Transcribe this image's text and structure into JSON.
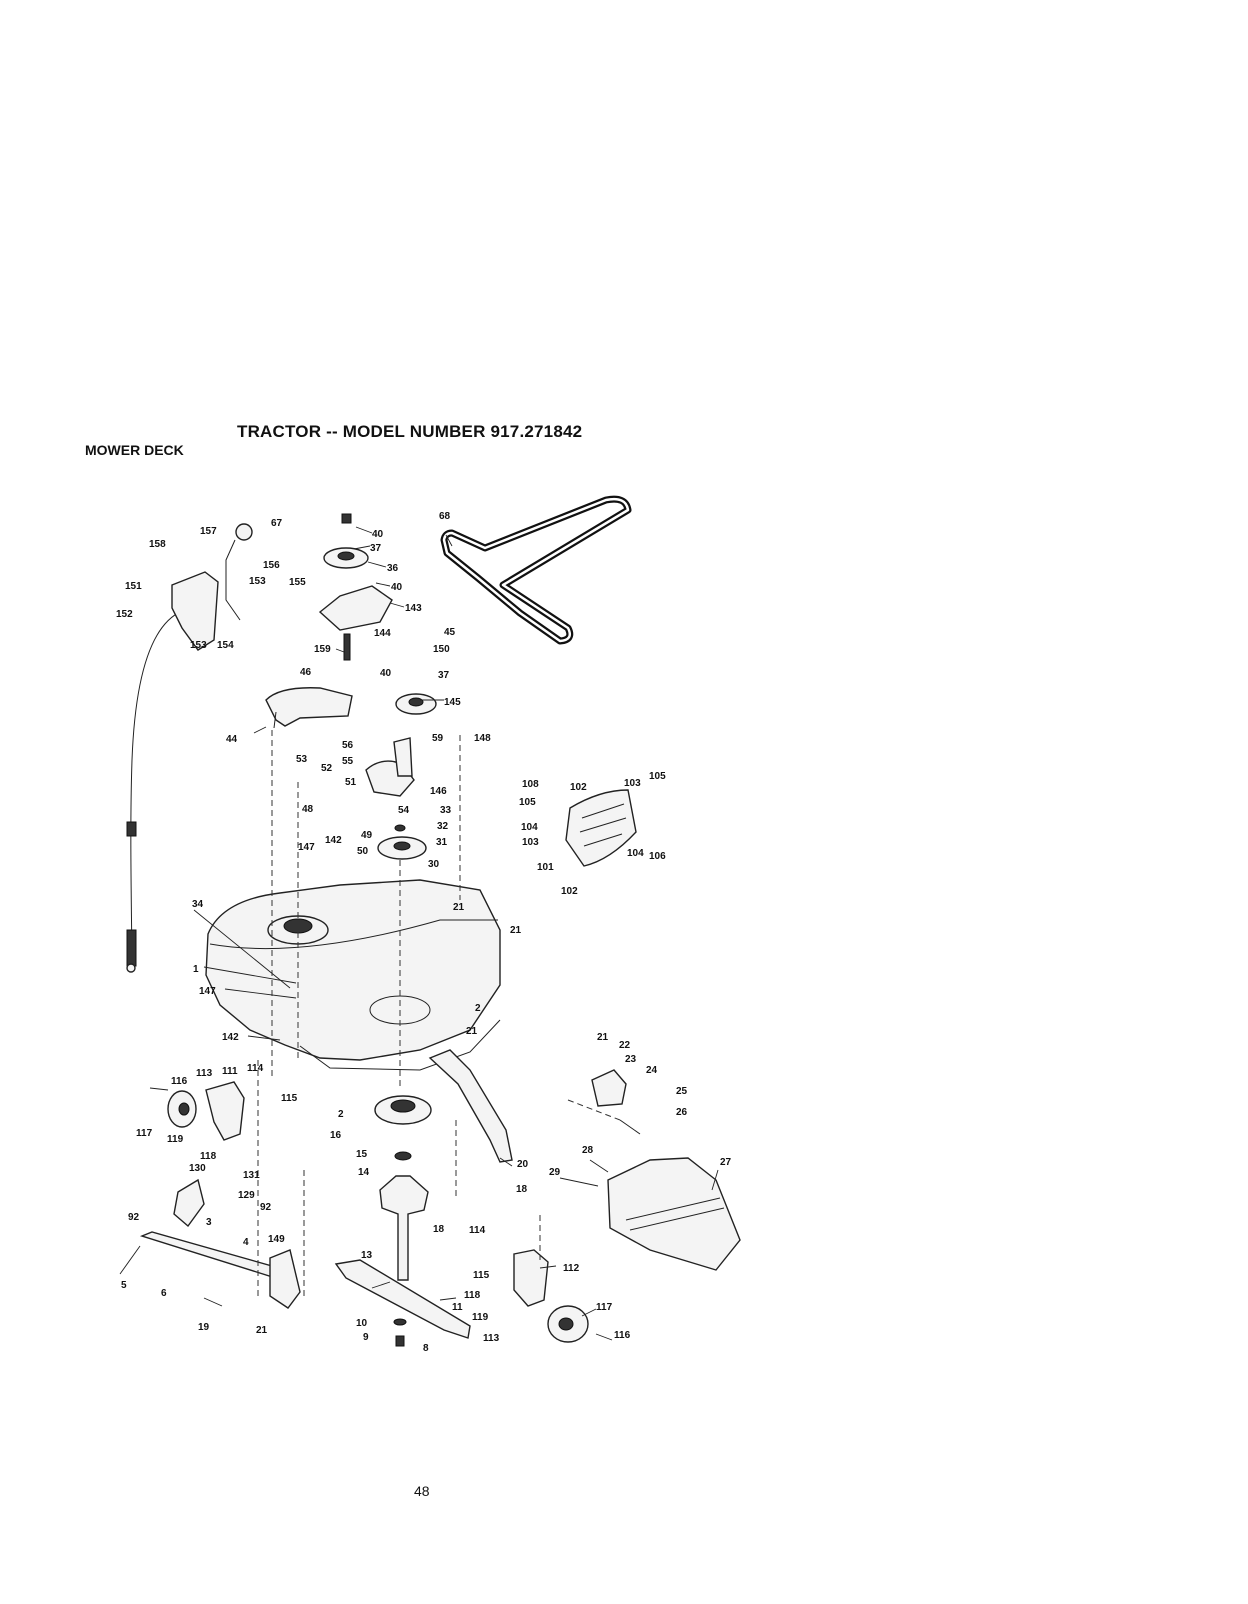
{
  "header": {
    "title": "TRACTOR -- MODEL NUMBER 917.271842",
    "subtitle": "MOWER DECK"
  },
  "footer": {
    "page_number": "48"
  },
  "diagram": {
    "callouts": [
      {
        "id": "c158",
        "text": "158"
      },
      {
        "id": "c157",
        "text": "157"
      },
      {
        "id": "c67",
        "text": "67"
      },
      {
        "id": "c156",
        "text": "156"
      },
      {
        "id": "c151",
        "text": "151"
      },
      {
        "id": "c153a",
        "text": "153"
      },
      {
        "id": "c155",
        "text": "155"
      },
      {
        "id": "c152",
        "text": "152"
      },
      {
        "id": "c153b",
        "text": "153"
      },
      {
        "id": "c154",
        "text": "154"
      },
      {
        "id": "c40a",
        "text": "40"
      },
      {
        "id": "c37a",
        "text": "37"
      },
      {
        "id": "c36",
        "text": "36"
      },
      {
        "id": "c40b",
        "text": "40"
      },
      {
        "id": "c143",
        "text": "143"
      },
      {
        "id": "c144",
        "text": "144"
      },
      {
        "id": "c45",
        "text": "45"
      },
      {
        "id": "c150",
        "text": "150"
      },
      {
        "id": "c159",
        "text": "159"
      },
      {
        "id": "c40c",
        "text": "40"
      },
      {
        "id": "c37b",
        "text": "37"
      },
      {
        "id": "c145",
        "text": "145"
      },
      {
        "id": "c68",
        "text": "68"
      },
      {
        "id": "c46",
        "text": "46"
      },
      {
        "id": "c44",
        "text": "44"
      },
      {
        "id": "c56",
        "text": "56"
      },
      {
        "id": "c59",
        "text": "59"
      },
      {
        "id": "c148",
        "text": "148"
      },
      {
        "id": "c53",
        "text": "53"
      },
      {
        "id": "c52",
        "text": "52"
      },
      {
        "id": "c55",
        "text": "55"
      },
      {
        "id": "c51",
        "text": "51"
      },
      {
        "id": "c146",
        "text": "146"
      },
      {
        "id": "c54",
        "text": "54"
      },
      {
        "id": "c33",
        "text": "33"
      },
      {
        "id": "c48",
        "text": "48"
      },
      {
        "id": "c32",
        "text": "32"
      },
      {
        "id": "c49",
        "text": "49"
      },
      {
        "id": "c142a",
        "text": "142"
      },
      {
        "id": "c31",
        "text": "31"
      },
      {
        "id": "c147a",
        "text": "147"
      },
      {
        "id": "c50",
        "text": "50"
      },
      {
        "id": "c30",
        "text": "30"
      },
      {
        "id": "c108a",
        "text": "108"
      },
      {
        "id": "c102a",
        "text": "102"
      },
      {
        "id": "c103a",
        "text": "103"
      },
      {
        "id": "c105a",
        "text": "105"
      },
      {
        "id": "c105b",
        "text": "105"
      },
      {
        "id": "c104a",
        "text": "104"
      },
      {
        "id": "c103b",
        "text": "103"
      },
      {
        "id": "c104b",
        "text": "104"
      },
      {
        "id": "c106",
        "text": "106"
      },
      {
        "id": "c101",
        "text": "101"
      },
      {
        "id": "c102b",
        "text": "102"
      },
      {
        "id": "c34",
        "text": "34"
      },
      {
        "id": "c21a",
        "text": "21"
      },
      {
        "id": "c21b",
        "text": "21"
      },
      {
        "id": "c1",
        "text": "1"
      },
      {
        "id": "c147b",
        "text": "147"
      },
      {
        "id": "c2a",
        "text": "2"
      },
      {
        "id": "c21c",
        "text": "21"
      },
      {
        "id": "c142b",
        "text": "142"
      },
      {
        "id": "c21d",
        "text": "21"
      },
      {
        "id": "c22",
        "text": "22"
      },
      {
        "id": "c23",
        "text": "23"
      },
      {
        "id": "c24",
        "text": "24"
      },
      {
        "id": "c113a",
        "text": "113"
      },
      {
        "id": "c111",
        "text": "111"
      },
      {
        "id": "c114a",
        "text": "114"
      },
      {
        "id": "c116a",
        "text": "116"
      },
      {
        "id": "c115a",
        "text": "115"
      },
      {
        "id": "c25",
        "text": "25"
      },
      {
        "id": "c26",
        "text": "26"
      },
      {
        "id": "c2b",
        "text": "2"
      },
      {
        "id": "c117a",
        "text": "117"
      },
      {
        "id": "c119a",
        "text": "119"
      },
      {
        "id": "c16",
        "text": "16"
      },
      {
        "id": "c118a",
        "text": "118"
      },
      {
        "id": "c130",
        "text": "130"
      },
      {
        "id": "c131",
        "text": "131"
      },
      {
        "id": "c15",
        "text": "15"
      },
      {
        "id": "c28",
        "text": "28"
      },
      {
        "id": "c27",
        "text": "27"
      },
      {
        "id": "c20",
        "text": "20"
      },
      {
        "id": "c14",
        "text": "14"
      },
      {
        "id": "c29",
        "text": "29"
      },
      {
        "id": "c18a",
        "text": "18"
      },
      {
        "id": "c129",
        "text": "129"
      },
      {
        "id": "c92a",
        "text": "92"
      },
      {
        "id": "c92b",
        "text": "92"
      },
      {
        "id": "c3",
        "text": "3"
      },
      {
        "id": "c18b",
        "text": "18"
      },
      {
        "id": "c114b",
        "text": "114"
      },
      {
        "id": "c4",
        "text": "4"
      },
      {
        "id": "c149",
        "text": "149"
      },
      {
        "id": "c13",
        "text": "13"
      },
      {
        "id": "c112",
        "text": "112"
      },
      {
        "id": "c115b",
        "text": "115"
      },
      {
        "id": "c5",
        "text": "5"
      },
      {
        "id": "c6",
        "text": "6"
      },
      {
        "id": "c118b",
        "text": "118"
      },
      {
        "id": "c11",
        "text": "11"
      },
      {
        "id": "c117b",
        "text": "117"
      },
      {
        "id": "c19",
        "text": "19"
      },
      {
        "id": "c21e",
        "text": "21"
      },
      {
        "id": "c119b",
        "text": "119"
      },
      {
        "id": "c10",
        "text": "10"
      },
      {
        "id": "c9",
        "text": "9"
      },
      {
        "id": "c113b",
        "text": "113"
      },
      {
        "id": "c116b",
        "text": "116"
      },
      {
        "id": "c8",
        "text": "8"
      }
    ]
  }
}
